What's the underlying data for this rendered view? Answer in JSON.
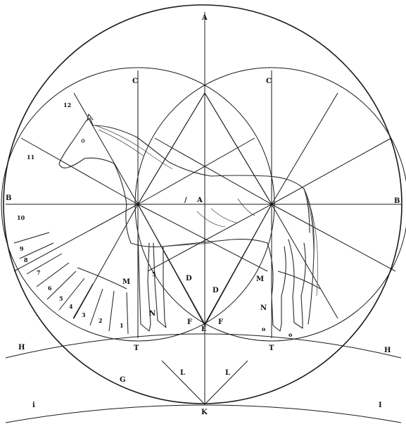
{
  "labels": {
    "top_center": "A",
    "top_left_c": "C",
    "top_right_c": "C",
    "left_b": "B",
    "right_b": "B",
    "center_a": "A",
    "center_slash": "/",
    "left_m": "M",
    "right_m": "M",
    "left_d": "D",
    "center_d": "D",
    "left_n": "N",
    "right_n": "N",
    "left_f": "F",
    "right_f": "F",
    "center_e": "E",
    "left_t": "T",
    "right_t": "T",
    "left_h": "H",
    "right_h": "H",
    "left_g": "G",
    "left_l": "L",
    "right_l": "L",
    "bottom_k": "K",
    "bottom_left_i": "i",
    "bottom_right_i": "I",
    "left_o": "o",
    "right_o": "o",
    "hoof_5": "5"
  },
  "scale_numbers": [
    "1",
    "2",
    "3",
    "4",
    "5",
    "6",
    "7",
    "8",
    "9",
    "10",
    "11",
    "12"
  ]
}
